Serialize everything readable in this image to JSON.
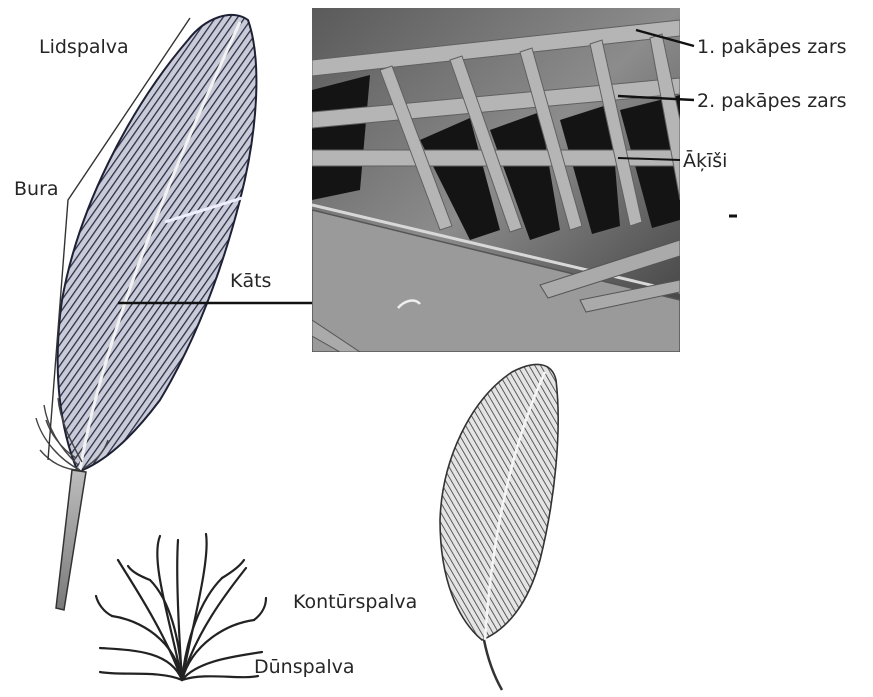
{
  "labels": {
    "flight_feather": "Lidspalva",
    "vane": "Bura",
    "shaft": "Kāts",
    "barb": "1. pakāpes zars",
    "barbule": "2. pakāpes zars",
    "hooklets": "Āķīši",
    "contour_feather": "Kontūrspalva",
    "down_feather": "Dūnspalva"
  }
}
